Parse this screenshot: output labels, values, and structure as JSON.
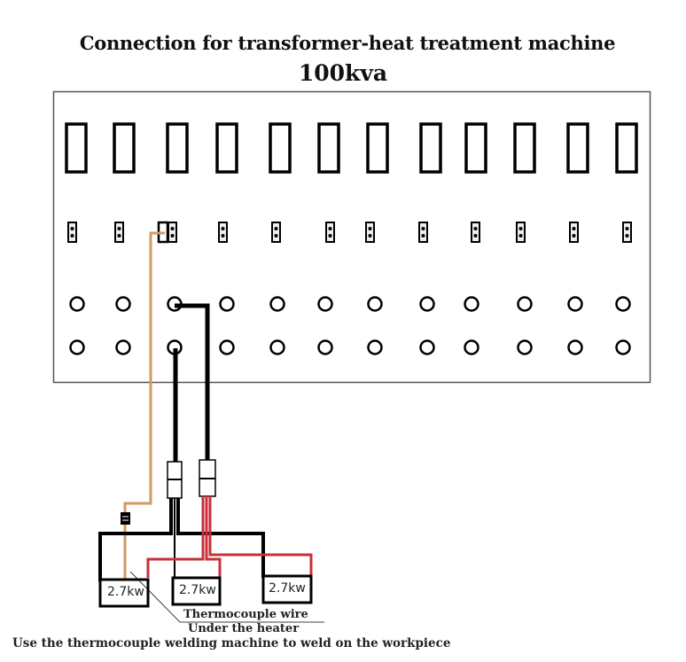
{
  "title": "Connection for transformer-heat treatment machine",
  "subtitle": "100kva",
  "panel": {
    "outlet_count": 12,
    "connector_count": 12,
    "terminal_rows": 2,
    "terminals_per_row": 12
  },
  "heaters": [
    {
      "label": "2.7kw"
    },
    {
      "label": "2.7kw"
    },
    {
      "label": "2.7kw"
    }
  ],
  "annotations": {
    "thermocouple": "Thermocouple wire",
    "under_heater": "Under the heater",
    "instruction": "Use the thermocouple welding machine to weld on the workpiece"
  },
  "colors": {
    "thermocouple_wire": "#d09a63",
    "power_wire": "#c8303a",
    "cable": "#000000",
    "panel_border": "#555555"
  }
}
